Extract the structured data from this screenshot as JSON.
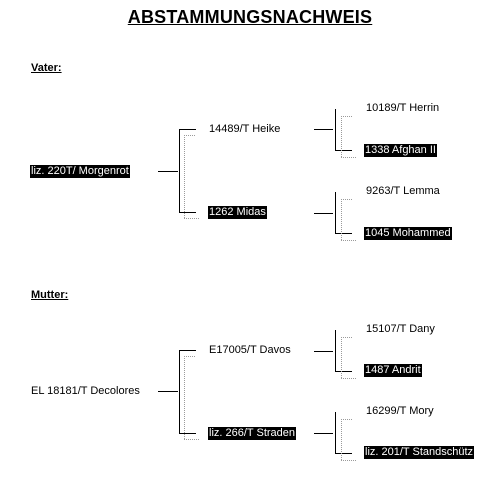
{
  "title": "ABSTAMMUNGSNACHWEIS",
  "sire": {
    "label": "Vater:",
    "name": "liz. 220T/ Morgenrot",
    "sire": {
      "name": "14489/T Heike",
      "sire": "10189/T Herrin",
      "dam": "1338 Afghan II"
    },
    "dam": {
      "name": "1262 Midas",
      "sire": "9263/T Lemma",
      "dam": "1045 Mohammed"
    }
  },
  "dam": {
    "label": "Mutter:",
    "name": "EL 18181/T Decolores",
    "sire": {
      "name": "E17005/T Davos",
      "sire": "15107/T Dany",
      "dam": "1487 Andrit"
    },
    "dam": {
      "name": "liz. 266/T Straden",
      "sire": "16299/T Mory",
      "dam": "liz. 201/T Standschütz"
    }
  }
}
